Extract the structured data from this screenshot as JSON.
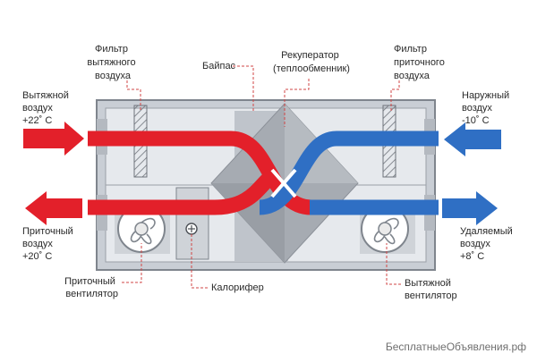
{
  "colors": {
    "warm": "#e3202a",
    "cold": "#2f6fc4",
    "casing": "#c7ccd3",
    "casing_dark": "#8d939b",
    "pointer": "#d24545"
  },
  "labels": {
    "extract_filter": [
      "Фильтр",
      "вытяжного",
      "воздуха"
    ],
    "bypass": "Байпас",
    "recuperator": [
      "Рекуператор",
      "(теплообменник)"
    ],
    "supply_filter": [
      "Фильтр",
      "приточного",
      "воздуха"
    ],
    "exhaust_in": [
      "Вытяжной",
      "воздух",
      "+22˚ C"
    ],
    "outdoor_in": [
      "Наружный",
      "воздух",
      "-10˚ C"
    ],
    "supply_out": [
      "Приточный",
      "воздух",
      "+20˚ C"
    ],
    "removed_out": [
      "Удаляемый",
      "воздух",
      "+8˚ C"
    ],
    "supply_fan": [
      "Приточный",
      "вентилятор"
    ],
    "heater": "Калорифер",
    "extract_fan": [
      "Вытяжной",
      "вентилятор"
    ]
  },
  "watermark": "БесплатныеОбъявления.рф"
}
